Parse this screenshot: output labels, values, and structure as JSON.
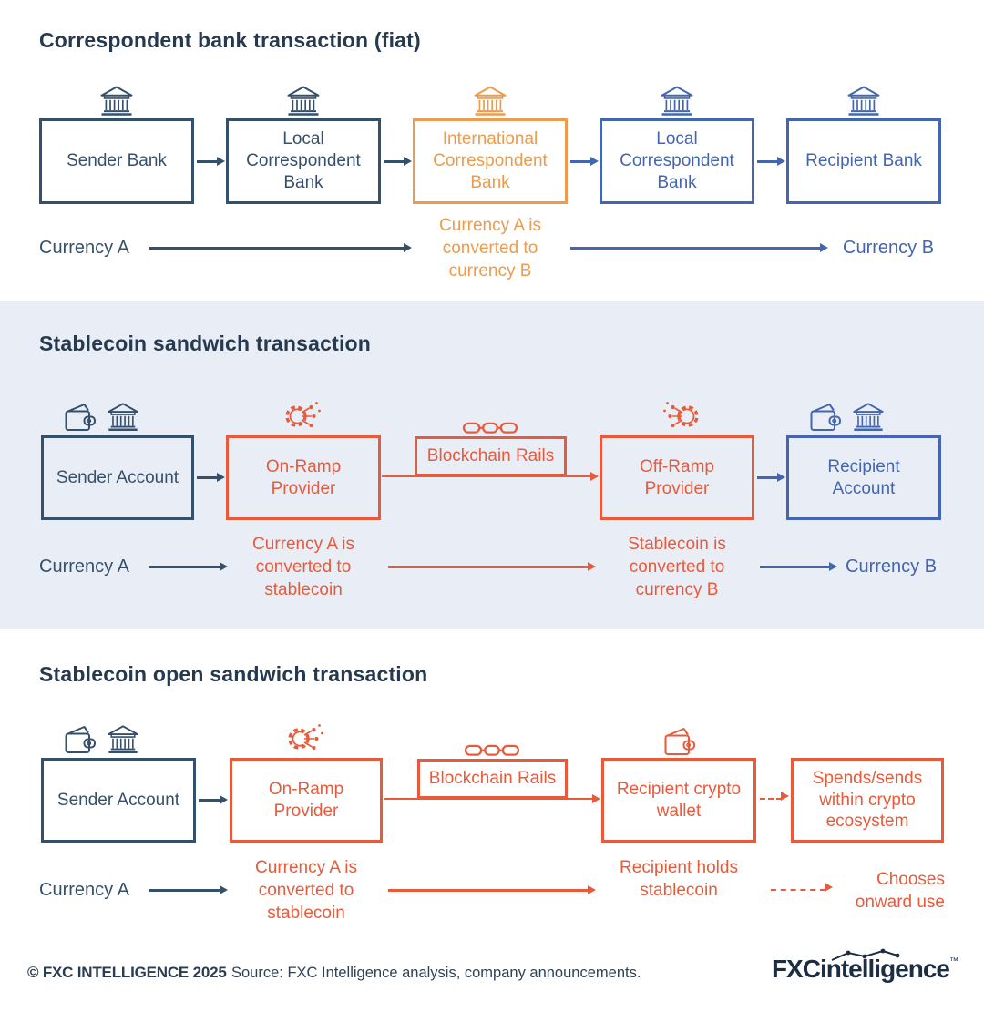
{
  "colors": {
    "navy": "#35506b",
    "royal_blue": "#4466b0",
    "amber_orange": "#eb9c4e",
    "red_orange": "#e75b3c",
    "band_background": "#e9eef6",
    "title_text": "#26394e"
  },
  "section1": {
    "title": "Correspondent bank transaction (fiat)",
    "boxes": [
      "Sender Bank",
      "Local Correspondent Bank",
      "International Correspondent Bank",
      "Local Correspondent Bank",
      "Recipient Bank"
    ],
    "currency_a": "Currency A",
    "conversion_caption": "Currency A is\nconverted to\ncurrency B",
    "currency_b": "Currency B"
  },
  "section2": {
    "title": "Stablecoin sandwich transaction",
    "boxes": [
      "Sender Account",
      "On-Ramp Provider",
      "Blockchain Rails",
      "Off-Ramp Provider",
      "Recipient Account"
    ],
    "currency_a": "Currency A",
    "onramp_caption": "Currency A is\nconverted to\nstablecoin",
    "offramp_caption": "Stablecoin is\nconverted to\ncurrency B",
    "currency_b": "Currency B"
  },
  "section3": {
    "title": "Stablecoin open sandwich transaction",
    "boxes": [
      "Sender Account",
      "On-Ramp Provider",
      "Blockchain Rails",
      "Recipient crypto wallet",
      "Spends/sends within crypto ecosystem"
    ],
    "currency_a": "Currency A",
    "onramp_caption": "Currency A is\nconverted to\nstablecoin",
    "holds_caption": "Recipient holds\nstablecoin",
    "onward_caption": "Chooses\nonward use"
  },
  "footer": {
    "copyright": "© FXC INTELLIGENCE 2025",
    "source": "Source: FXC Intelligence analysis, company announcements.",
    "logo_fxc": "FXC",
    "logo_intelligence": "intelligence",
    "logo_tm": "™"
  }
}
